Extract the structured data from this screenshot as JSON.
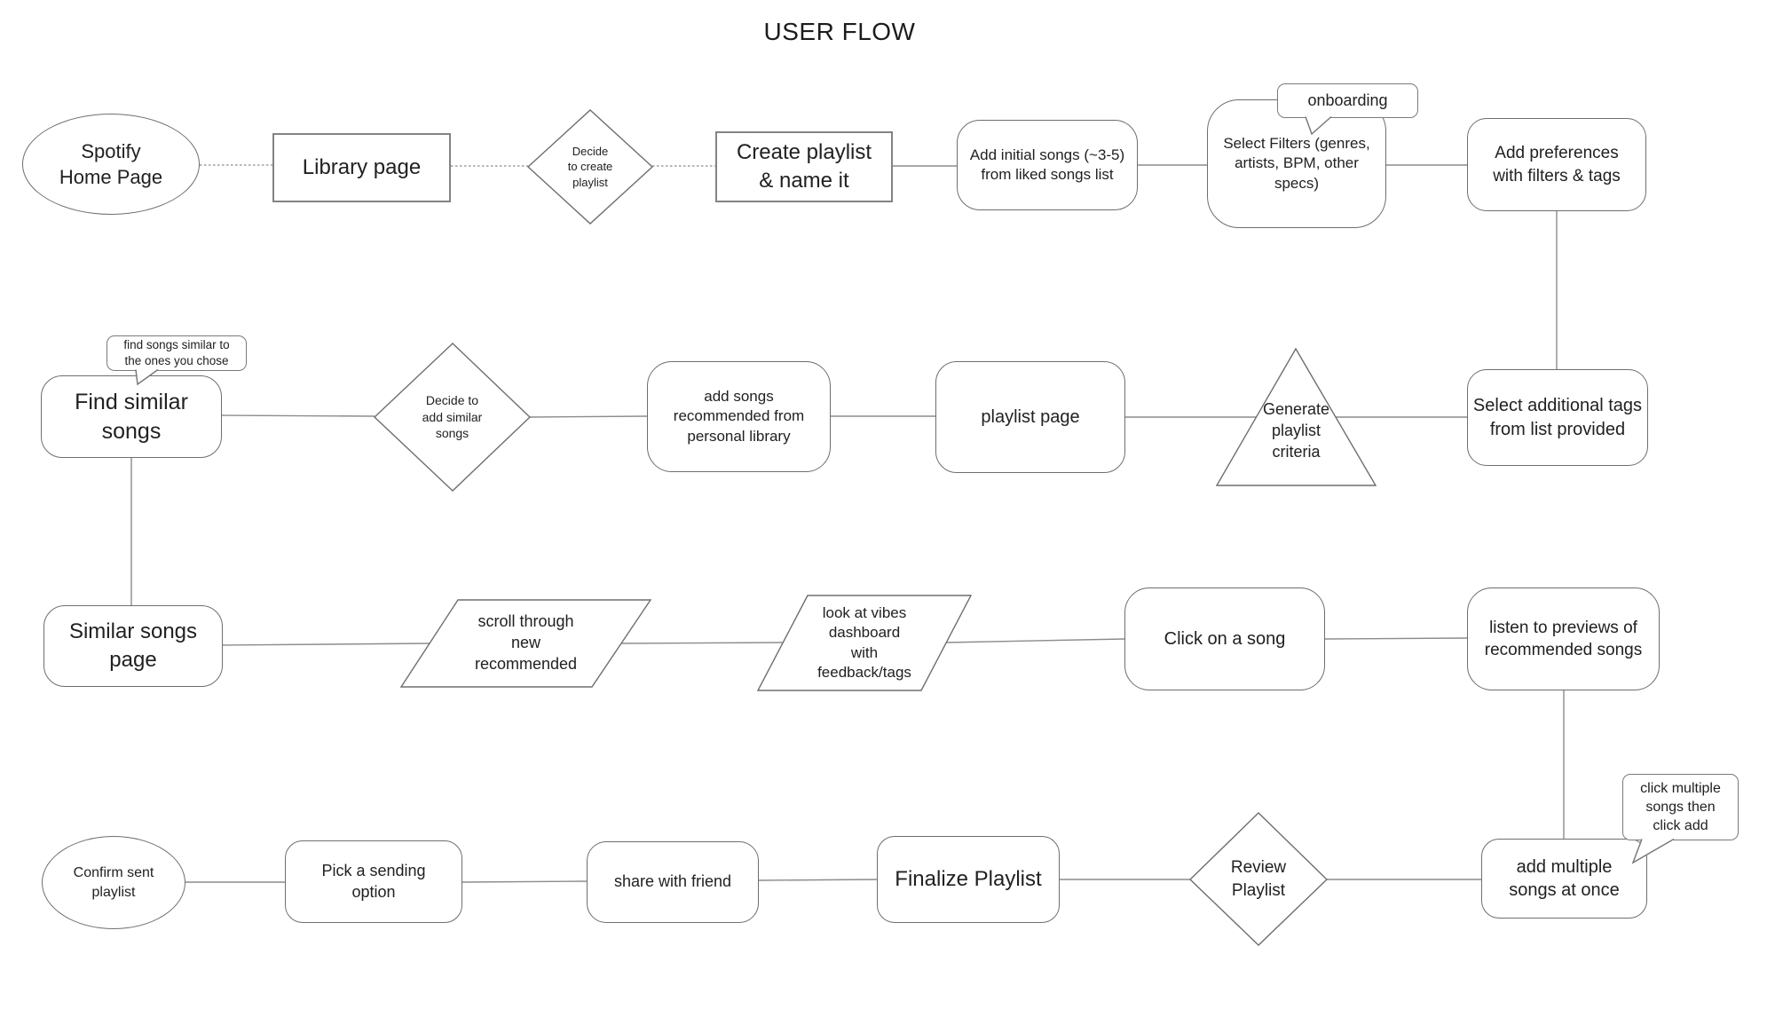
{
  "title": "USER FLOW",
  "colors": {
    "background": "#ffffff",
    "node_border": "#6e6e6e",
    "connector": "#8c8c8c",
    "dashed_connector": "#9e9e9e",
    "text": "#212121"
  },
  "nodes": {
    "spotify_home": {
      "label": "Spotify\nHome Page",
      "shape": "ellipse"
    },
    "library_page": {
      "label": "Library page",
      "shape": "rectangle"
    },
    "decide_create": {
      "label": "Decide\nto create\nplaylist",
      "shape": "diamond"
    },
    "create_playlist": {
      "label": "Create playlist\n& name it",
      "shape": "rectangle"
    },
    "add_initial_songs": {
      "label": "Add initial songs (~3-5)\nfrom liked songs list",
      "shape": "rounded"
    },
    "select_filters": {
      "label": "Select Filters (genres,\nartists, BPM, other\nspecs)",
      "shape": "rounded"
    },
    "add_preferences": {
      "label": "Add preferences\nwith filters & tags",
      "shape": "rounded"
    },
    "select_additional_tags": {
      "label": "Select additional tags\nfrom list provided",
      "shape": "rounded"
    },
    "generate_criteria": {
      "label": "Generate\nplaylist\ncriteria",
      "shape": "triangle"
    },
    "playlist_page": {
      "label": "playlist page",
      "shape": "rounded"
    },
    "add_songs_recommended": {
      "label": "add songs\nrecommended from\npersonal library",
      "shape": "rounded"
    },
    "decide_add_similar": {
      "label": "Decide to\nadd similar\nsongs",
      "shape": "diamond"
    },
    "find_similar": {
      "label": "Find similar\nsongs",
      "shape": "rounded"
    },
    "similar_songs_page": {
      "label": "Similar songs\npage",
      "shape": "rounded"
    },
    "scroll_recommended": {
      "label": "scroll through\nnew\nrecommended",
      "shape": "parallelogram"
    },
    "vibes_dashboard": {
      "label": "look at vibes\ndashboard\nwith\nfeedback/tags",
      "shape": "parallelogram"
    },
    "click_song": {
      "label": "Click on a song",
      "shape": "rounded"
    },
    "listen_previews": {
      "label": "listen to previews of\nrecommended songs",
      "shape": "rounded"
    },
    "add_multiple": {
      "label": "add multiple\nsongs at once",
      "shape": "rounded"
    },
    "review_playlist": {
      "label": "Review\nPlaylist",
      "shape": "diamond"
    },
    "finalize_playlist": {
      "label": "Finalize Playlist",
      "shape": "rounded"
    },
    "share_friend": {
      "label": "share with friend",
      "shape": "rounded"
    },
    "pick_sending": {
      "label": "Pick a sending\noption",
      "shape": "rounded"
    },
    "confirm_sent": {
      "label": "Confirm sent\nplaylist",
      "shape": "ellipse"
    }
  },
  "callouts": {
    "onboarding": {
      "text": "onboarding"
    },
    "find_similar_note": {
      "text": "find songs similar to\nthe ones you chose"
    },
    "click_multiple_note": {
      "text": "click multiple\nsongs then\nclick add"
    }
  }
}
